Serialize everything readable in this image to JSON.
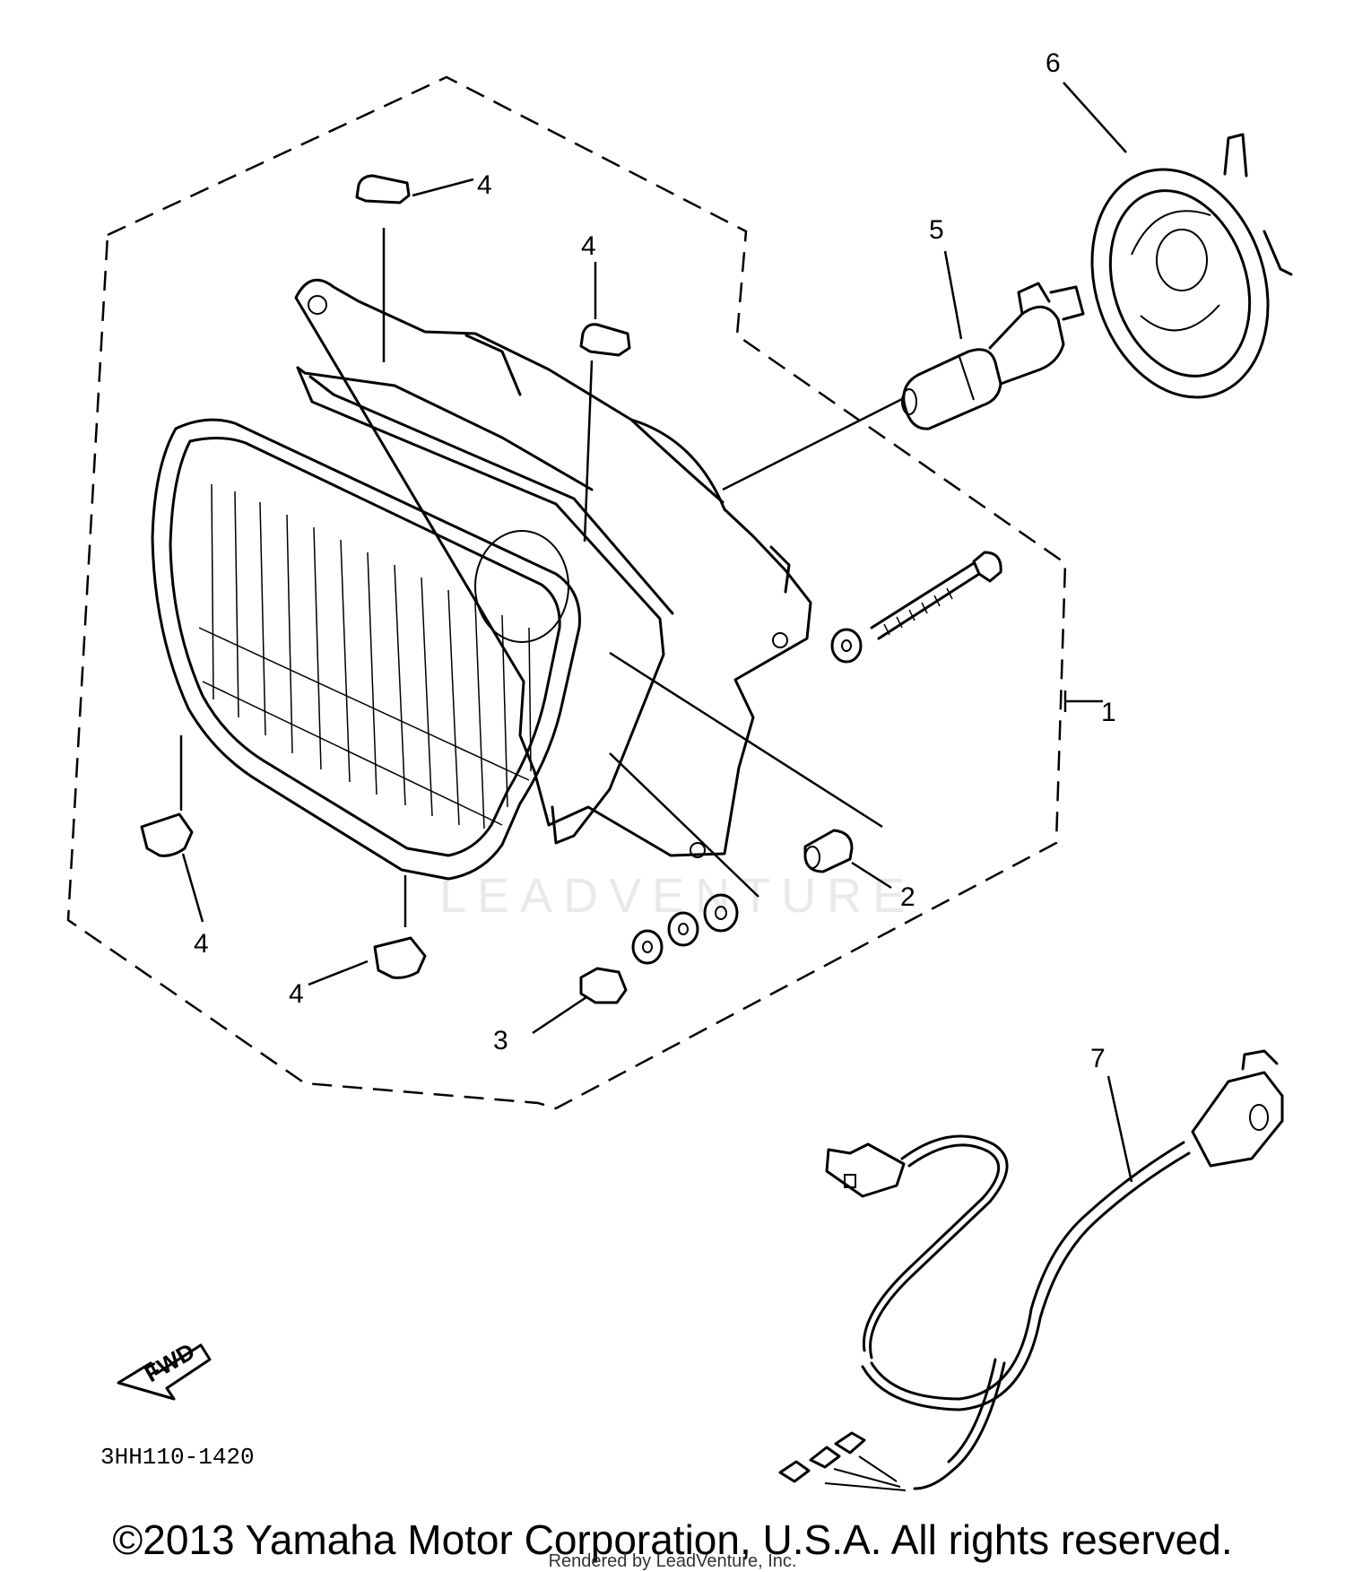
{
  "callouts": {
    "c1": "1",
    "c2": "2",
    "c3": "3",
    "c4a": "4",
    "c4b": "4",
    "c4c": "4",
    "c4d": "4",
    "c5": "5",
    "c6": "6",
    "c7": "7"
  },
  "fwd_arrow": "FWD",
  "diagram_code": "3HH110-1420",
  "watermark": "LEADVENTURE",
  "copyright": "©2013 Yamaha Motor Corporation, U.S.A. All rights reserved.",
  "rendered_by": "Rendered by LeadVenture, Inc."
}
